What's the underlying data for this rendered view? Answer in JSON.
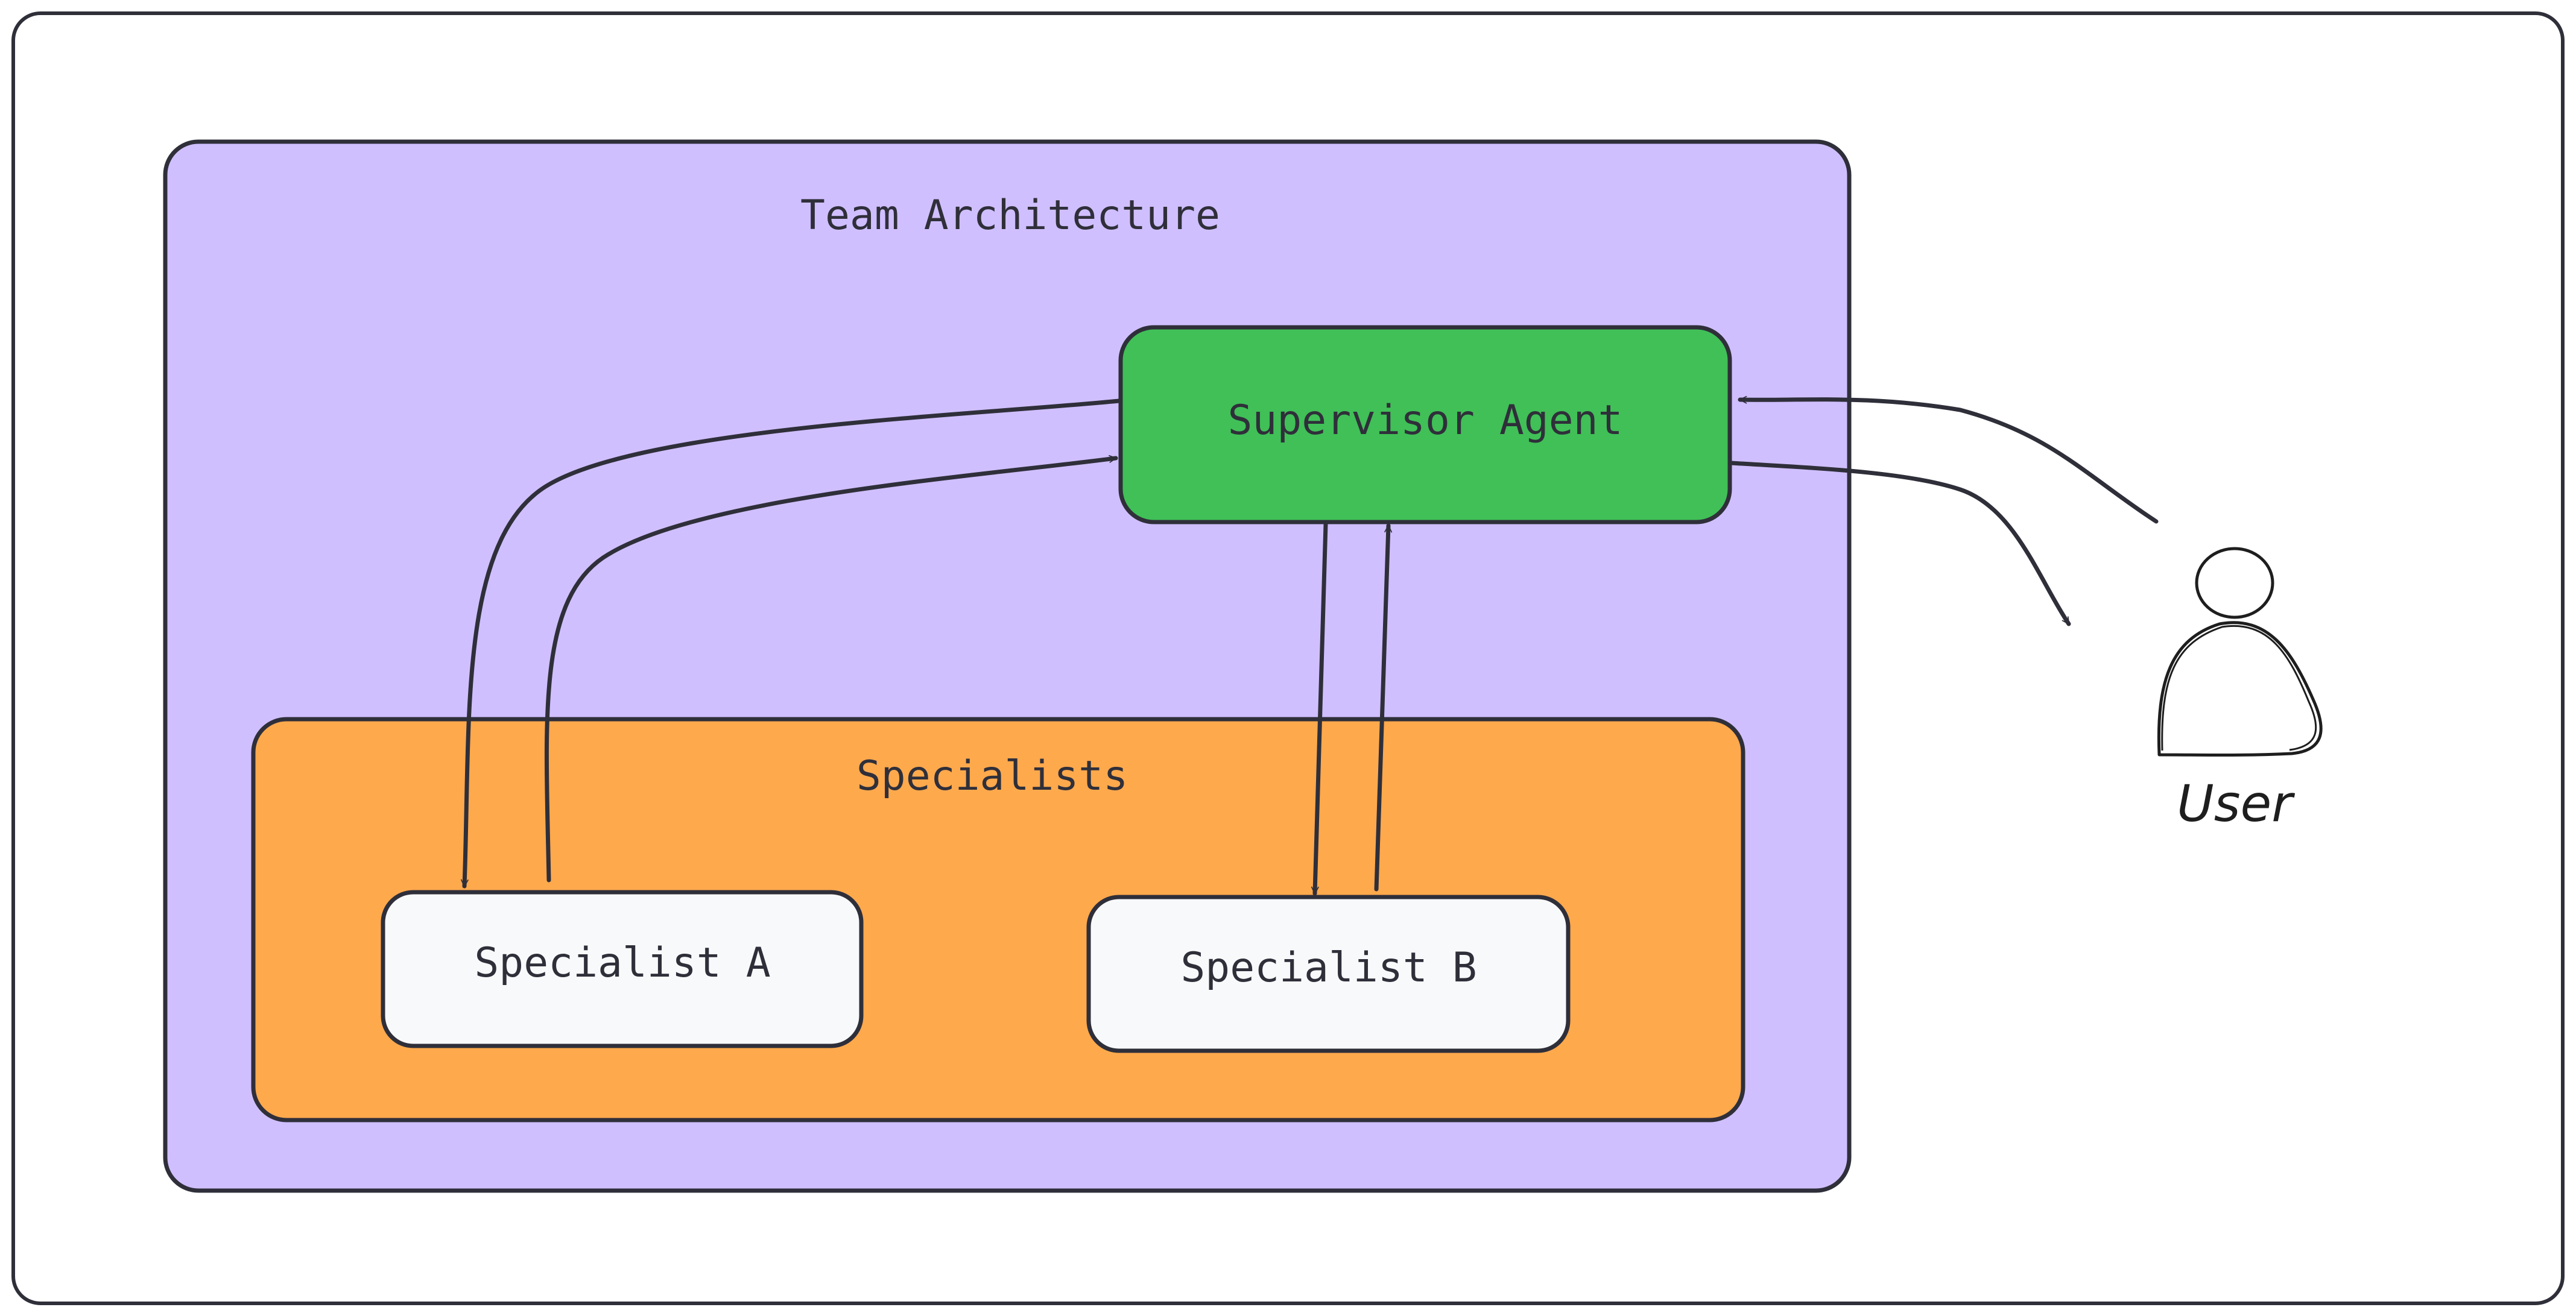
{
  "diagram": {
    "team_label": "Team Architecture",
    "supervisor_label": "Supervisor Agent",
    "specialists_label": "Specialists",
    "specialist_a_label": "Specialist A",
    "specialist_b_label": "Specialist B",
    "user_label": "User"
  },
  "colors": {
    "canvas_border": "#2f2f3a",
    "team_fill": "#d0bfff",
    "supervisor_fill": "#40c057",
    "specialists_fill": "#ffa94d",
    "specialist_fill": "#f8f9fa",
    "stroke": "#2f2f3a"
  },
  "edges": [
    {
      "from": "supervisor-agent",
      "to": "specialist-a"
    },
    {
      "from": "specialist-a",
      "to": "supervisor-agent"
    },
    {
      "from": "supervisor-agent",
      "to": "specialist-b"
    },
    {
      "from": "specialist-b",
      "to": "supervisor-agent"
    },
    {
      "from": "user",
      "to": "supervisor-agent"
    },
    {
      "from": "supervisor-agent",
      "to": "user"
    }
  ]
}
